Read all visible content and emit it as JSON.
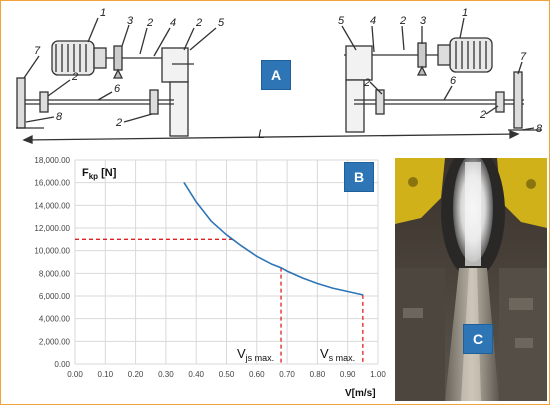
{
  "panel_a": {
    "badge": "A",
    "length_label": "L",
    "left_numbers": [
      "1",
      "3",
      "2",
      "4",
      "2",
      "5",
      "7",
      "2",
      "6",
      "8",
      "2"
    ],
    "right_numbers": [
      "5",
      "4",
      "2",
      "3",
      "1",
      "2",
      "6",
      "7",
      "2",
      "8"
    ]
  },
  "panel_b": {
    "badge": "B",
    "ylabel_main": "F",
    "ylabel_sub": "kp",
    "ylabel_unit": " [N]",
    "xlabel": "V[m/s]",
    "vjs_main": "V",
    "vjs_sub": "js max.",
    "vs_main": "V",
    "vs_sub": "s max.",
    "y_ticks": [
      "0.00",
      "2,000.00",
      "4,000.00",
      "6,000.00",
      "8,000.00",
      "10,000.00",
      "12,000.00",
      "14,000.00",
      "16,000.00",
      "18,000.00"
    ],
    "x_ticks": [
      "0.00",
      "0.10",
      "0.20",
      "0.30",
      "0.40",
      "0.50",
      "0.60",
      "0.70",
      "0.80",
      "0.90",
      "1.00"
    ]
  },
  "panel_c": {
    "badge": "C"
  },
  "colors": {
    "accent": "#2e75b6",
    "curve": "#2e75b6",
    "guide": "#e02020",
    "border": "#f2a23a"
  },
  "chart_data": {
    "type": "line",
    "title": "",
    "xlabel": "V[m/s]",
    "ylabel": "Fkp [N]",
    "xlim": [
      0,
      1.0
    ],
    "ylim": [
      0,
      18000
    ],
    "grid": true,
    "series": [
      {
        "x": [
          0.36,
          0.4,
          0.45,
          0.5,
          0.52,
          0.55,
          0.6,
          0.65,
          0.68,
          0.7,
          0.75,
          0.8,
          0.85,
          0.9,
          0.95
        ],
        "values": [
          16000,
          14300,
          12600,
          11400,
          11000,
          10400,
          9500,
          8800,
          8500,
          8200,
          7600,
          7100,
          6700,
          6400,
          6100
        ]
      }
    ],
    "annotations": [
      {
        "label": "Vjs max.",
        "x": 0.68,
        "y": 8500
      },
      {
        "label": "Vs max.",
        "x": 0.95,
        "y": 6100
      },
      {
        "label": "guide",
        "x": 0.52,
        "y": 11000
      }
    ]
  }
}
